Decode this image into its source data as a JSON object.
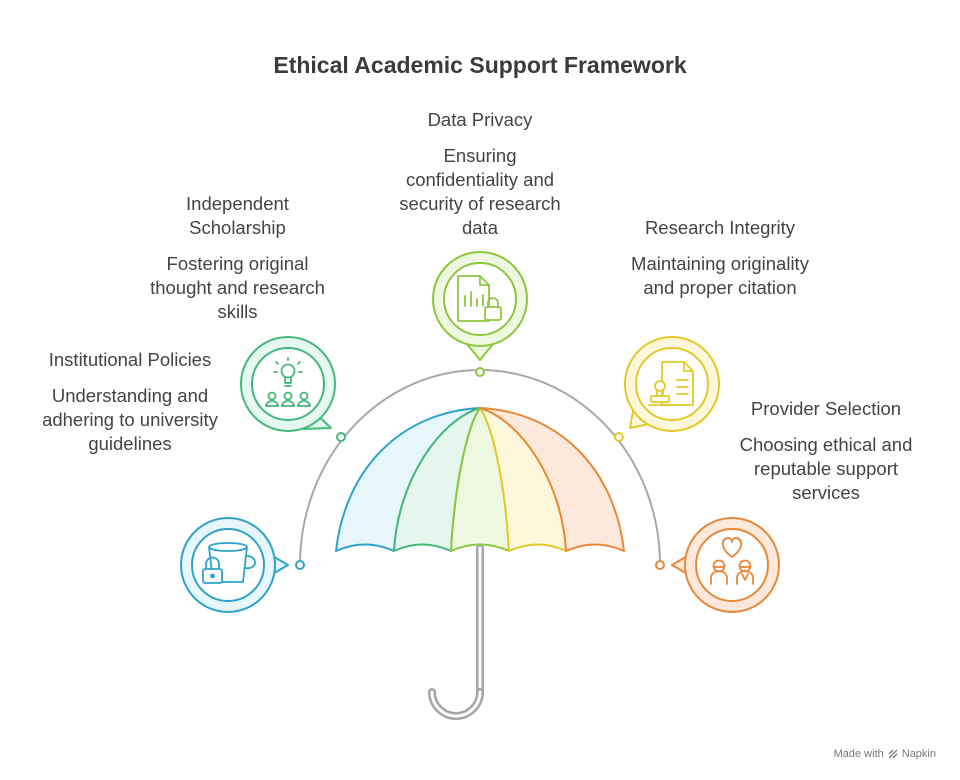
{
  "title": "Ethical Academic Support Framework",
  "items": [
    {
      "id": "institutional",
      "title": "Institutional Policies",
      "description": "Understanding and adhering to university guidelines",
      "color": "#2ea3c9",
      "icon": "bucket-lock-icon"
    },
    {
      "id": "independent",
      "title": "Independent Scholarship",
      "description": "Fostering original thought and research skills",
      "color": "#46b87c",
      "icon": "lightbulb-group-icon"
    },
    {
      "id": "privacy",
      "title": "Data Privacy",
      "description": "Ensuring confidentiality and security of research data",
      "color": "#8dc63f",
      "icon": "document-chart-lock-icon"
    },
    {
      "id": "integrity",
      "title": "Research Integrity",
      "description": "Maintaining originality and proper citation",
      "color": "#e4c92b",
      "icon": "document-stamp-icon"
    },
    {
      "id": "provider",
      "title": "Provider Selection",
      "description": "Choosing ethical and reputable support services",
      "color": "#e8883a",
      "icon": "heart-people-icon"
    }
  ],
  "watermark": {
    "text": "Made with",
    "brand": "Napkin"
  }
}
